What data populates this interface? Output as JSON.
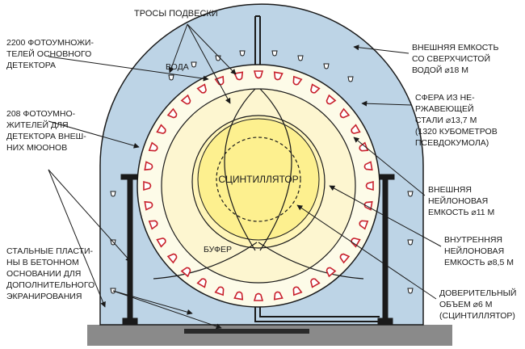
{
  "labels": {
    "cables": "ТРОСЫ ПОДВЕСКИ",
    "water": "ВОДА",
    "scintillator": "СЦИНТИЛЛЯТОР",
    "buffer": "БУФЕР",
    "pmt_main": [
      "2200 ФОТОУМНОЖИ-",
      "ТЕЛЕЙ ОСНОВНОГО",
      "ДЕТЕКТОРА"
    ],
    "pmt_muon": [
      "208 ФОТОУМНО-",
      "ЖИТЕЛЕЙ ДЛЯ",
      "ДЕТЕКТОРА ВНЕШ-",
      "НИХ МЮОНОВ"
    ],
    "steel_plates": [
      "СТАЛЬНЫЕ ПЛАСТИ-",
      "НЫ В БЕТОННОМ",
      "ОСНОВАНИИ ДЛЯ",
      "ДОПОЛНИТЕЛЬНОГО",
      "ЭКРАНИРОВАНИЯ"
    ],
    "outer_tank": [
      "ВНЕШНЯЯ ЕМКОСТЬ",
      "СО СВЕРХЧИСТОЙ",
      "ВОДОЙ ⌀18 М"
    ],
    "steel_sphere": [
      "СФЕРА ИЗ НЕ-",
      "РЖАВЕЮЩЕЙ",
      "СТАЛИ ⌀13,7 М",
      "(1320 КУБОМЕТРОВ",
      "ПСЕВДОКУМОЛА)"
    ],
    "outer_nylon": [
      "ВНЕШНЯЯ",
      "НЕЙЛОНОВАЯ",
      "ЕМКОСТЬ ⌀11 М"
    ],
    "inner_nylon": [
      "ВНУТРЕННЯЯ",
      "НЕЙЛОНОВАЯ",
      "ЕМКОСТЬ ⌀8,5 М"
    ],
    "fiducial": [
      "ДОВЕРИТЕЛЬНЫЙ",
      "ОБЪЕМ ⌀6 М",
      "(СЦИНТИЛЛЯТОР)"
    ]
  },
  "colors": {
    "water": "#bdd4e6",
    "sphere": "#fdfbe8",
    "outer_nylon": "#fdf6d0",
    "buffer": "#fff5b8",
    "scintillator": "#fdf08f",
    "pmt": "#c8202c",
    "structure": "#1a1a1a",
    "base": "#8a8a8a"
  }
}
